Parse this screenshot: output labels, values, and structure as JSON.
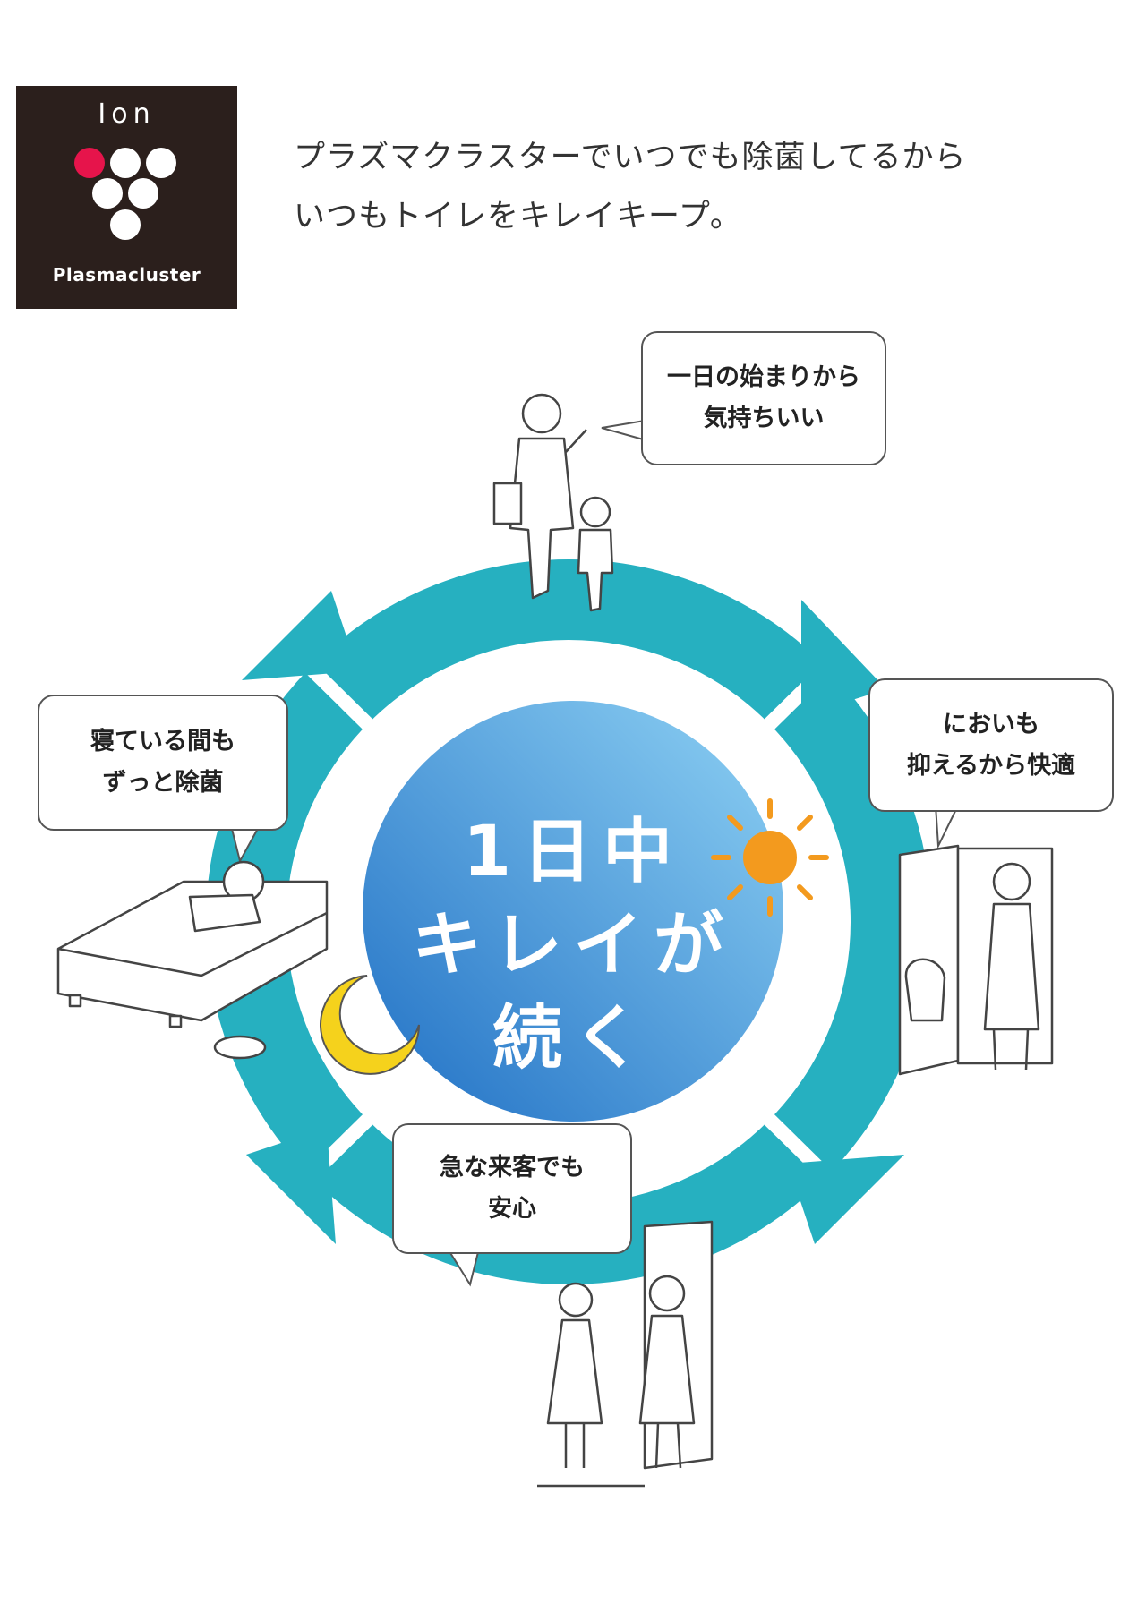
{
  "logo": {
    "ion": "Ion",
    "name": "Plasmacluster",
    "colors": {
      "background": "#2b1f1c",
      "accent_dot": "#e6144b",
      "dots": "#ffffff"
    }
  },
  "headline": {
    "line1": "プラズマクラスターでいつでも除菌してるから",
    "line2": "いつもトイレをキレイキープ。"
  },
  "center": {
    "line1": "1日中",
    "line2": "キレイが",
    "line3": "続く"
  },
  "bubbles": {
    "morning": {
      "line1": "一日の始まりから",
      "line2": "気持ちいい"
    },
    "odor": {
      "line1": "においも",
      "line2": "抑えるから快適"
    },
    "guest": {
      "line1": "急な来客でも",
      "line2": "安心"
    },
    "night": {
      "line1": "寝ている間も",
      "line2": "ずっと除菌"
    }
  },
  "icons": {
    "sun": "sun-icon",
    "moon": "crescent-moon-icon"
  },
  "colors": {
    "ring": "#26b0c0",
    "center_light": "#7ec8ee",
    "center_dark": "#2a7fcf",
    "sun": "#f39a1e",
    "moon": "#f5d21c"
  }
}
